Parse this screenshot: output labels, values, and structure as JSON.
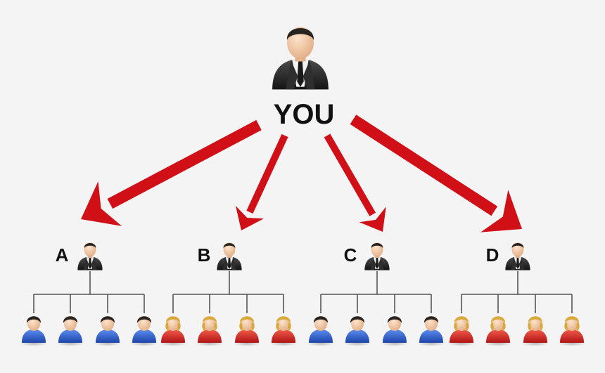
{
  "root": {
    "label": "YOU",
    "icon": "businessman-icon"
  },
  "groups": [
    {
      "label": "A",
      "icon": "businessman-icon",
      "member_icon": "person-dark-hair-blue-shirt-icon",
      "member_count": 4
    },
    {
      "label": "B",
      "icon": "businessman-icon",
      "member_icon": "person-blonde-hair-red-shirt-icon",
      "member_count": 4
    },
    {
      "label": "C",
      "icon": "businessman-icon",
      "member_icon": "person-dark-hair-blue-shirt-icon",
      "member_count": 4
    },
    {
      "label": "D",
      "icon": "businessman-icon",
      "member_icon": "person-blonde-hair-red-shirt-icon",
      "member_count": 4
    }
  ],
  "colors": {
    "background": "#f5f4f4",
    "arrow": "#d10f16",
    "connector": "#555555",
    "suit": "#262626",
    "skin": "#f1c9a5",
    "blue_shirt": "#2a5bc4",
    "red_shirt": "#d42626",
    "dark_hair": "#2a2420",
    "blonde_hair": "#d9a93c"
  }
}
